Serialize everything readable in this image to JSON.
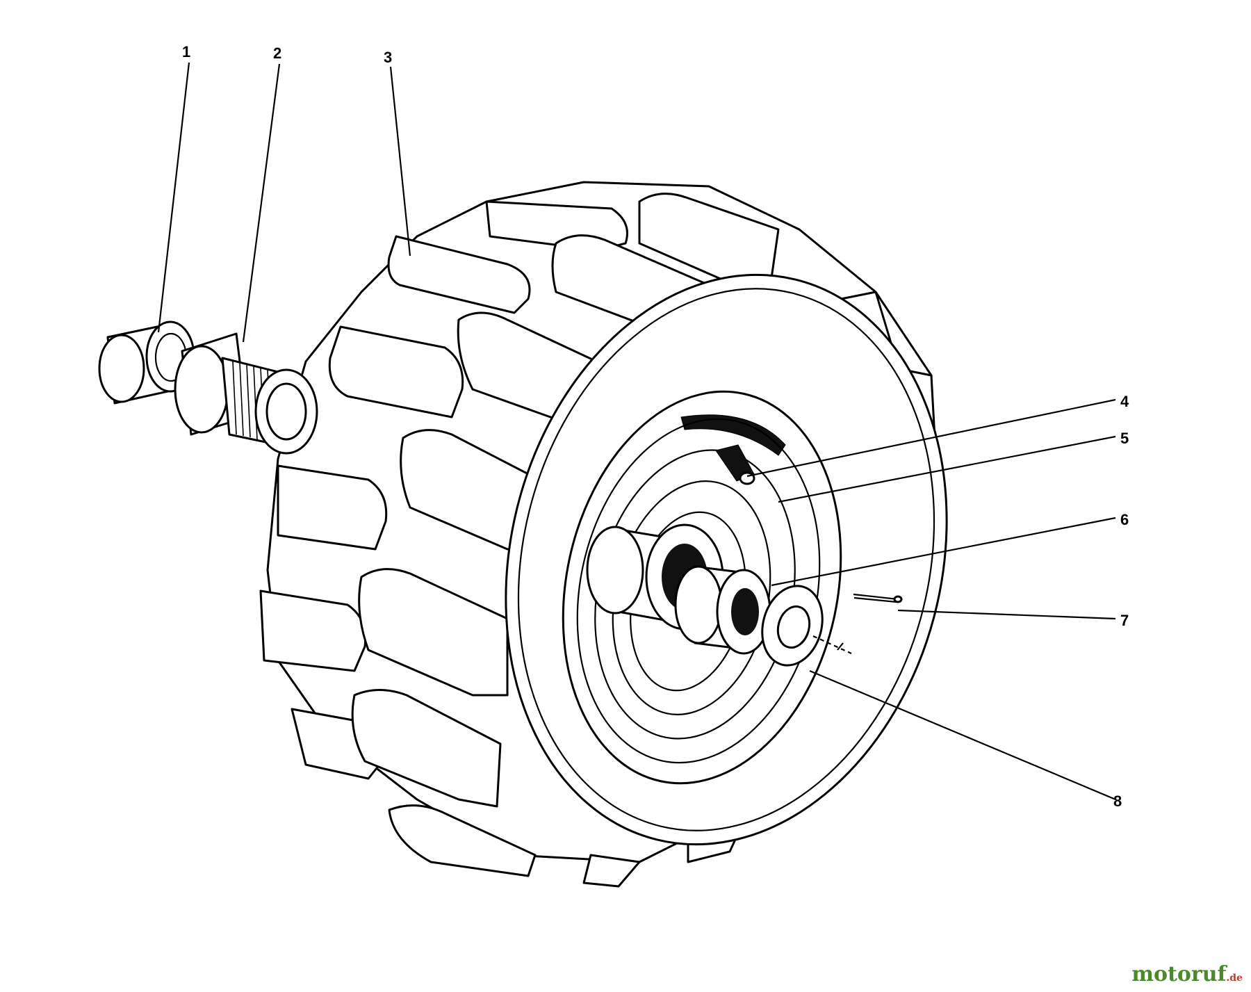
{
  "callouts": [
    {
      "number": "1"
    },
    {
      "number": "2"
    },
    {
      "number": "3"
    },
    {
      "number": "4"
    },
    {
      "number": "5"
    },
    {
      "number": "6"
    },
    {
      "number": "7"
    },
    {
      "number": "8"
    }
  ],
  "watermark": {
    "main": "motoruf",
    "sub": ".de"
  }
}
